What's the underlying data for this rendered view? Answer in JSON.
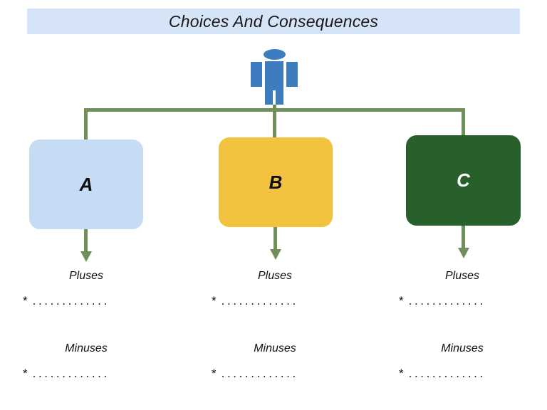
{
  "title": {
    "text": "Choices And Consequences",
    "banner_color": "#d6e4f7",
    "text_color": "#171717"
  },
  "figure": {
    "icon": "person-icon",
    "color": "#3e7cc0"
  },
  "connector": {
    "color": "#6f8f5a"
  },
  "options": [
    {
      "label": "A",
      "fill": "#c6dcf5",
      "text_color": "#0d0d0d",
      "outcomes": {
        "pluses_label": "Pluses",
        "pluses_bullet_marker": "*",
        "pluses_bullet_text": ".............",
        "minuses_label": "Minuses",
        "minuses_bullet_marker": "*",
        "minuses_bullet_text": "............."
      }
    },
    {
      "label": "B",
      "fill": "#f3c33f",
      "text_color": "#0d0d0d",
      "outcomes": {
        "pluses_label": "Pluses",
        "pluses_bullet_marker": "*",
        "pluses_bullet_text": ".............",
        "minuses_label": "Minuses",
        "minuses_bullet_marker": "*",
        "minuses_bullet_text": "............."
      }
    },
    {
      "label": "C",
      "fill": "#27602a",
      "text_color": "#ffffff",
      "outcomes": {
        "pluses_label": "Pluses",
        "pluses_bullet_marker": "*",
        "pluses_bullet_text": ".............",
        "minuses_label": "Minuses",
        "minuses_bullet_marker": "*",
        "minuses_bullet_text": "............."
      }
    }
  ]
}
